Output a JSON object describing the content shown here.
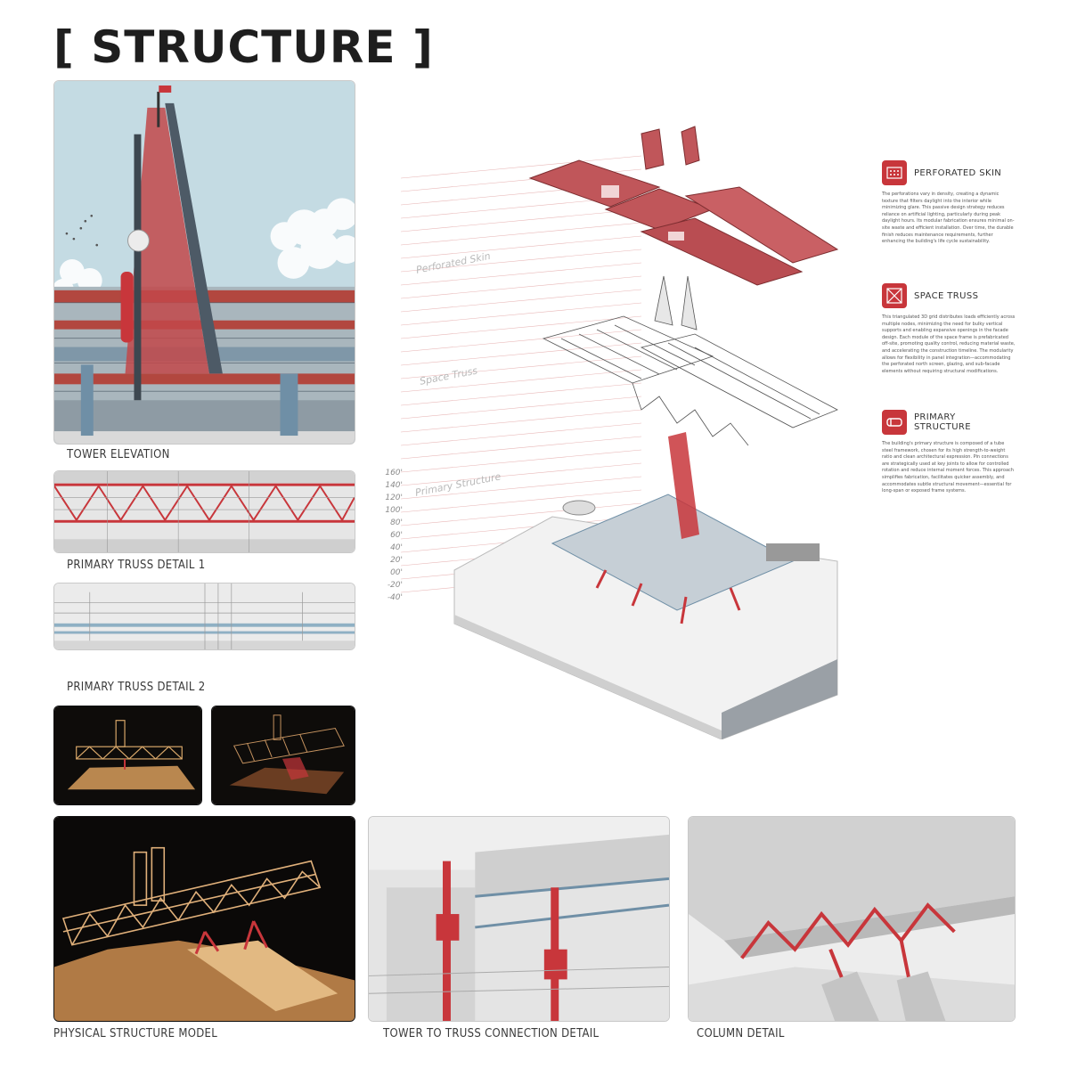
{
  "title": "[ STRUCTURE ]",
  "captions": {
    "tower_elevation": "TOWER ELEVATION",
    "truss_detail_1": "PRIMARY TRUSS DETAIL 1",
    "truss_detail_2": "PRIMARY TRUSS DETAIL 2",
    "physical_model": "PHYSICAL STRUCTURE MODEL",
    "tower_truss_connection": "TOWER TO TRUSS CONNECTION DETAIL",
    "column_detail": "COLUMN DETAIL"
  },
  "layers": {
    "perforated_skin": "Perforated Skin",
    "space_truss": "Space Truss",
    "primary_structure": "Primary Structure"
  },
  "scale_labels": [
    "160'",
    "140'",
    "120'",
    "100'",
    "80'",
    "60'",
    "40'",
    "20'",
    "00'",
    "-20'",
    "-40'"
  ],
  "legend": {
    "perforated_skin": {
      "title": "PERFORATED SKIN",
      "icon": "perforated-panel-icon",
      "text": "The perforations vary in density, creating a dynamic texture that filters daylight into the interior while minimizing glare. This passive design strategy reduces reliance on artificial lighting, particularly during peak daylight hours. Its modular fabrication ensures minimal on-site waste and efficient installation. Over time, the durable finish reduces maintenance requirements, further enhancing the building's life cycle sustainability."
    },
    "space_truss": {
      "title": "SPACE TRUSS",
      "icon": "truss-x-icon",
      "text": "This triangulated 3D grid distributes loads efficiently across multiple nodes, minimizing the need for bulky vertical supports and enabling expansive openings in the facade design. Each module of the space frame is prefabricated off-site, promoting quality control, reducing material waste, and accelerating the construction timeline. The modularity allows for flexibility in panel integration—accommodating the perforated north screen, glazing, and sub-facade elements without requiring structural modifications."
    },
    "primary_structure": {
      "title": "PRIMARY STRUCTURE",
      "icon": "steel-frame-icon",
      "text": "The building's primary structure is composed of a tube steel framework, chosen for its high strength-to-weight ratio and clean architectural expression. Pin connections are strategically used at key joints to allow for controlled rotation and reduce internal moment forces. This approach simplifies fabrication, facilitates quicker assembly, and accommodates subtle structural movement—essential for long-span or exposed frame systems."
    }
  },
  "colors": {
    "accent_red": "#c8363b",
    "steel_blue": "#6f8fa6",
    "wood": "#c9955c"
  }
}
